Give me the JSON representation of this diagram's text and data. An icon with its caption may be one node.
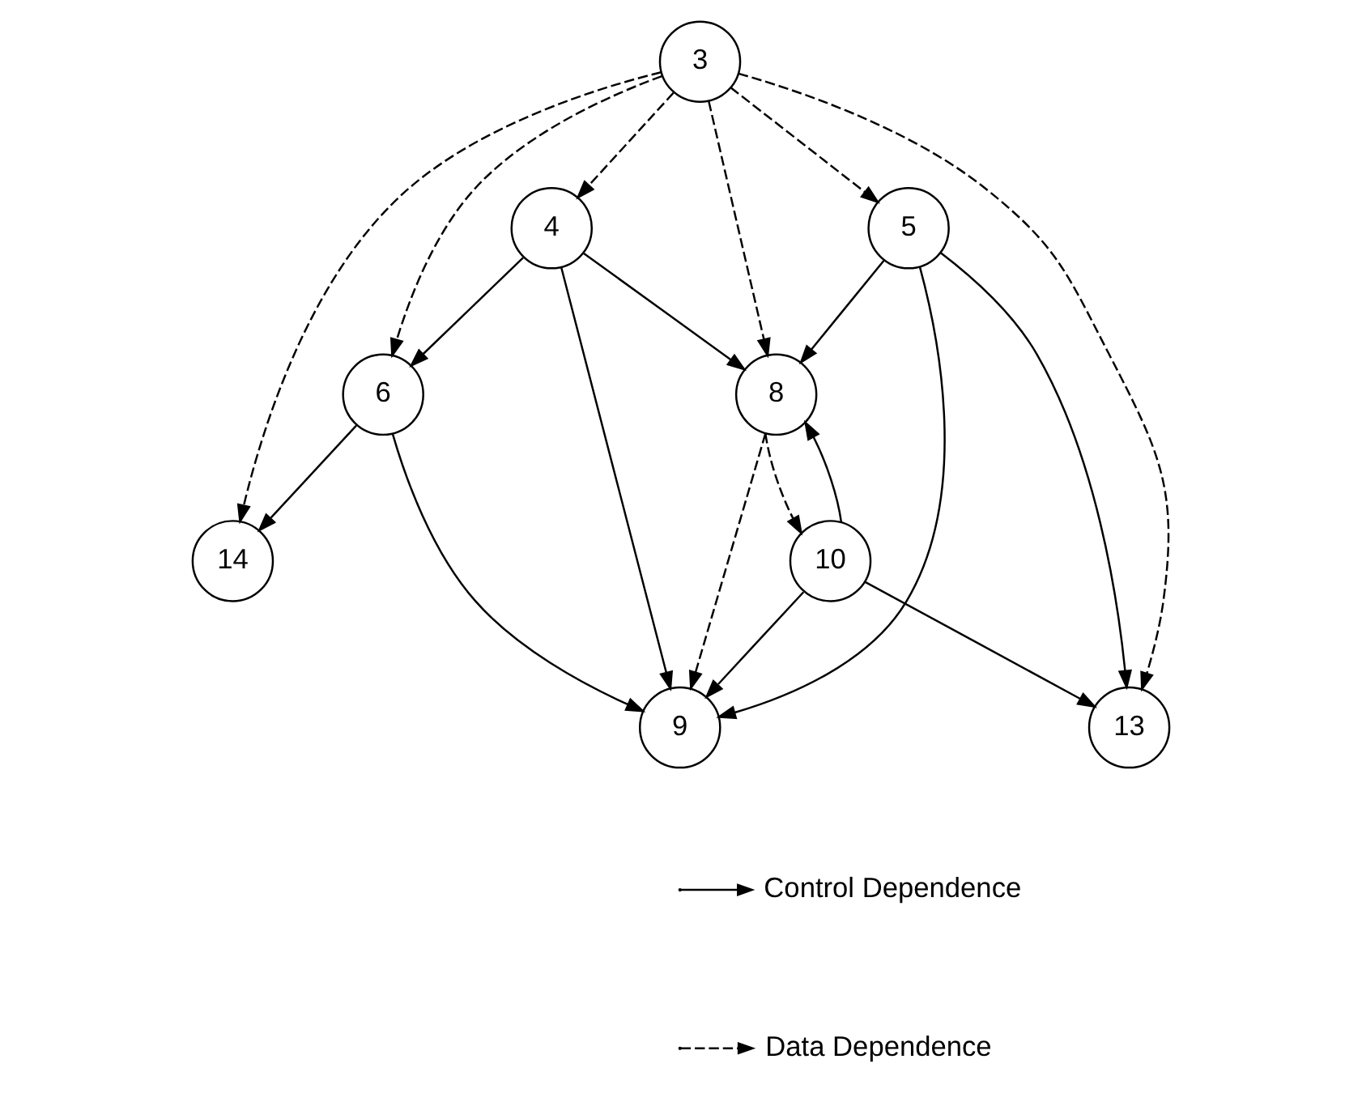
{
  "diagram": {
    "nodes": [
      {
        "text": [
          "3"
        ]
      },
      {
        "text": [
          "4"
        ]
      },
      {
        "text": [
          "5"
        ]
      },
      {
        "text": [
          "6"
        ]
      },
      {
        "text": [
          "14"
        ]
      },
      {
        "text": [
          "13"
        ]
      },
      {
        "text": [
          "8"
        ]
      },
      {
        "text": [
          "9"
        ]
      },
      {
        "text": [
          "10"
        ]
      }
    ],
    "edges": [
      {
        "from": 0,
        "to": 1,
        "arrow": "to",
        "style": "dashed"
      },
      {
        "from": 0,
        "to": 2,
        "arrow": "to",
        "style": "dashed"
      },
      {
        "from": 0,
        "to": 3,
        "arrow": "to",
        "style": "dashed"
      },
      {
        "from": 0,
        "to": 6,
        "arrow": "to",
        "style": "dashed"
      },
      {
        "from": 0,
        "to": 5,
        "arrow": "to",
        "style": "dashed"
      },
      {
        "from": 0,
        "to": 4,
        "arrow": "to",
        "style": "dashed"
      },
      {
        "from": 3,
        "to": 4,
        "arrow": "to"
      },
      {
        "from": 1,
        "to": 3,
        "arrow": "to"
      },
      {
        "from": 2,
        "to": 5,
        "arrow": "to"
      },
      {
        "from": 2,
        "to": 6,
        "arrow": "to"
      },
      {
        "from": 1,
        "to": 6,
        "arrow": "to"
      },
      {
        "from": 1,
        "to": 7,
        "arrow": "to"
      },
      {
        "from": 2,
        "to": 7,
        "arrow": "to"
      },
      {
        "from": 3,
        "to": 7,
        "arrow": "to"
      },
      {
        "from": 6,
        "to": 7,
        "arrow": "to",
        "style": "dashed"
      },
      {
        "from": 6,
        "to": 8,
        "arrow": "to",
        "style": "dashed"
      },
      {
        "from": 8,
        "to": 7,
        "arrow": "to"
      },
      {
        "from": 8,
        "to": 6,
        "arrow": "to"
      },
      {
        "from": 8,
        "to": 5,
        "arrow": "to"
      }
    ],
    "legend": [
      {
        "text": "Control Dependence"
      },
      {
        "text": "Data Dependence"
      }
    ]
  }
}
